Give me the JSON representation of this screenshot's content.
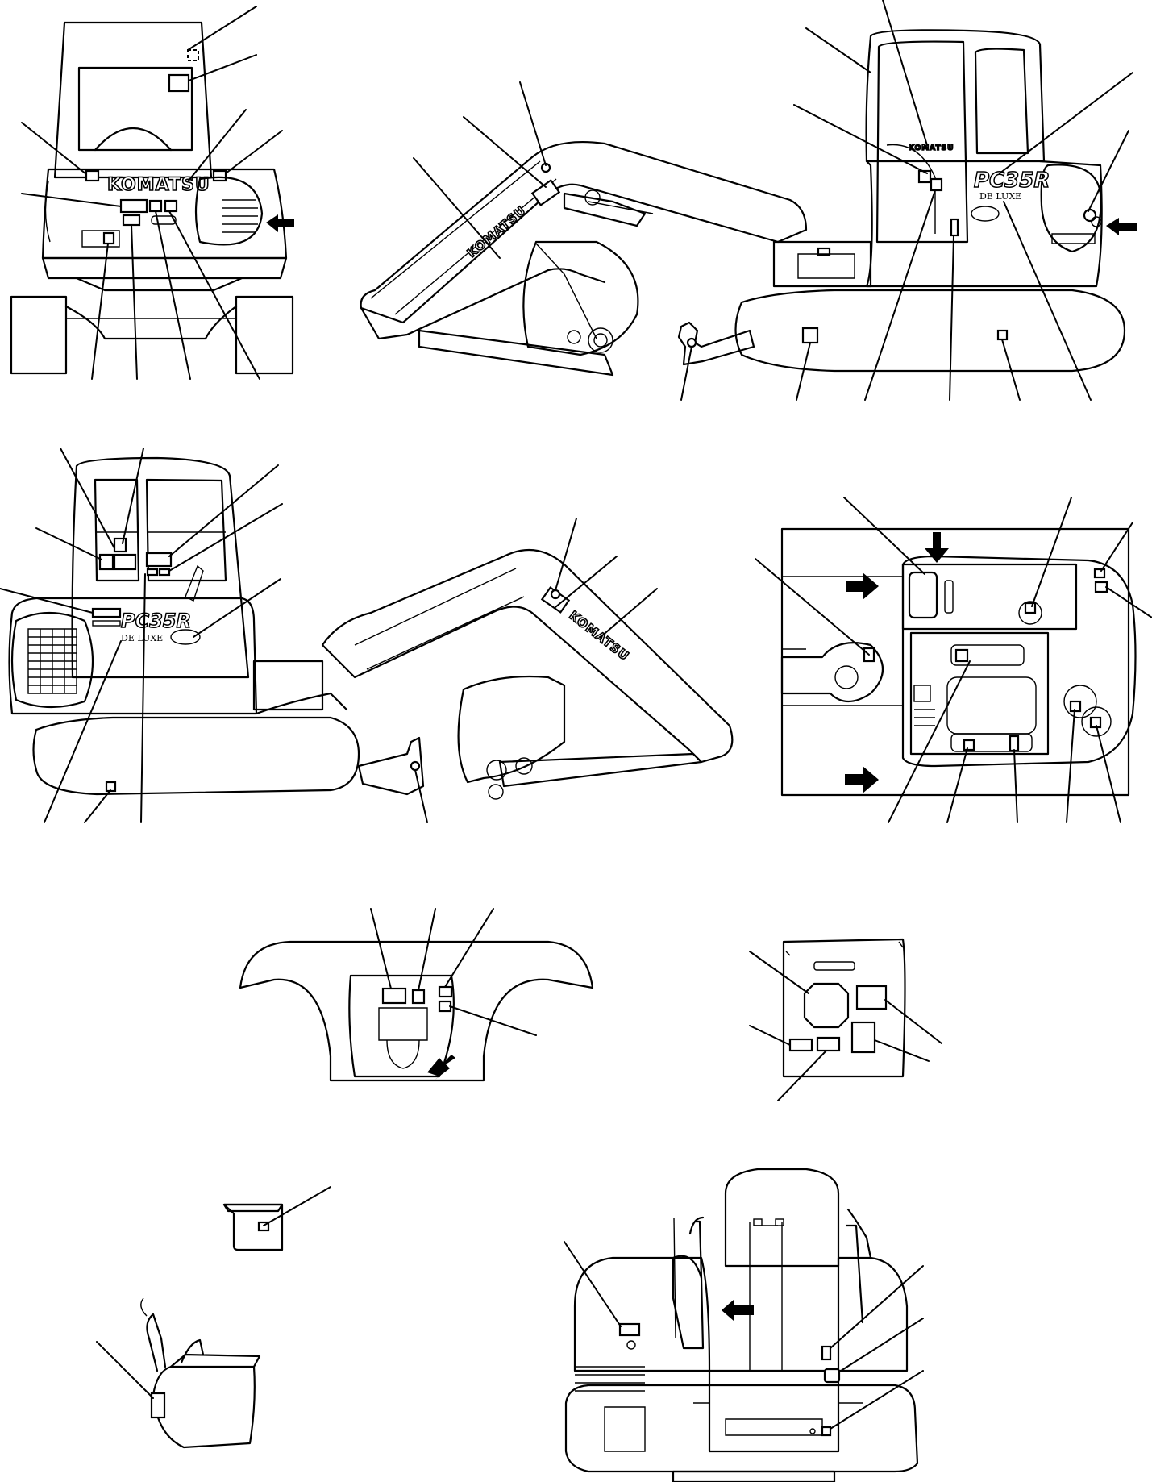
{
  "machine": {
    "brand": "KOMATSU",
    "model": "PC35R",
    "trim": "DE LUXE"
  },
  "icons": {
    "view_arrow": "black-direction-arrow",
    "decal": "label-rectangle",
    "leader": "callout-line"
  },
  "colors": {
    "line": "#000000",
    "background": "#ffffff"
  }
}
